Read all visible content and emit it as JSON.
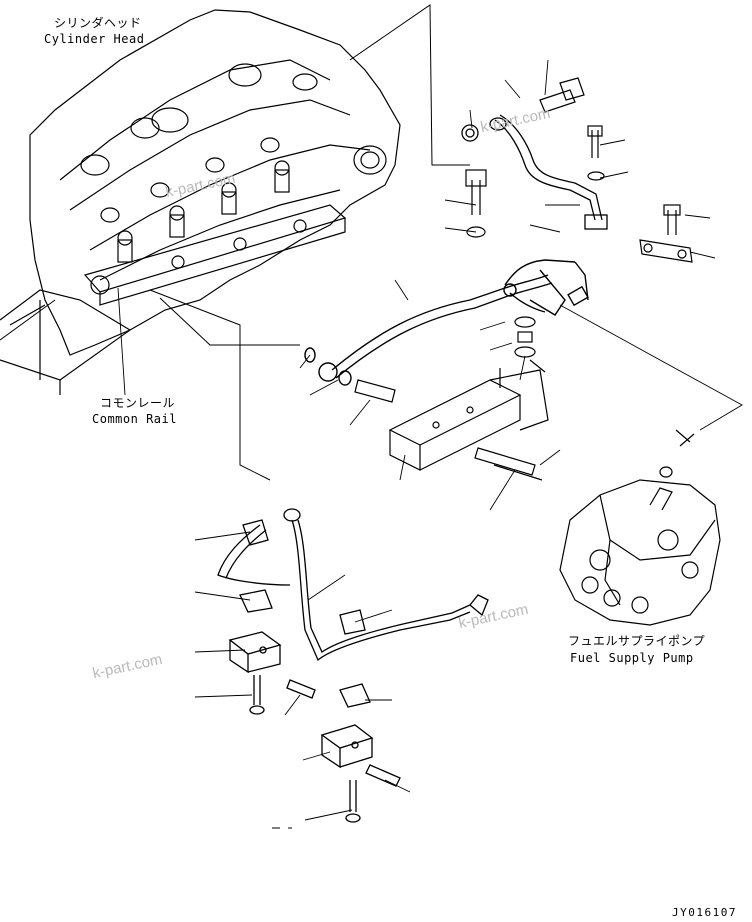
{
  "labels": {
    "cylinder_head_jp": "シリンダヘッド",
    "cylinder_head_en": "Cylinder Head",
    "common_rail_jp": "コモンレール",
    "common_rail_en": "Common Rail",
    "fuel_pump_jp": "フュエルサプライポンプ",
    "fuel_pump_en": "Fuel Supply Pump",
    "figure_code": "JY016107"
  },
  "watermark": "k-part.com"
}
